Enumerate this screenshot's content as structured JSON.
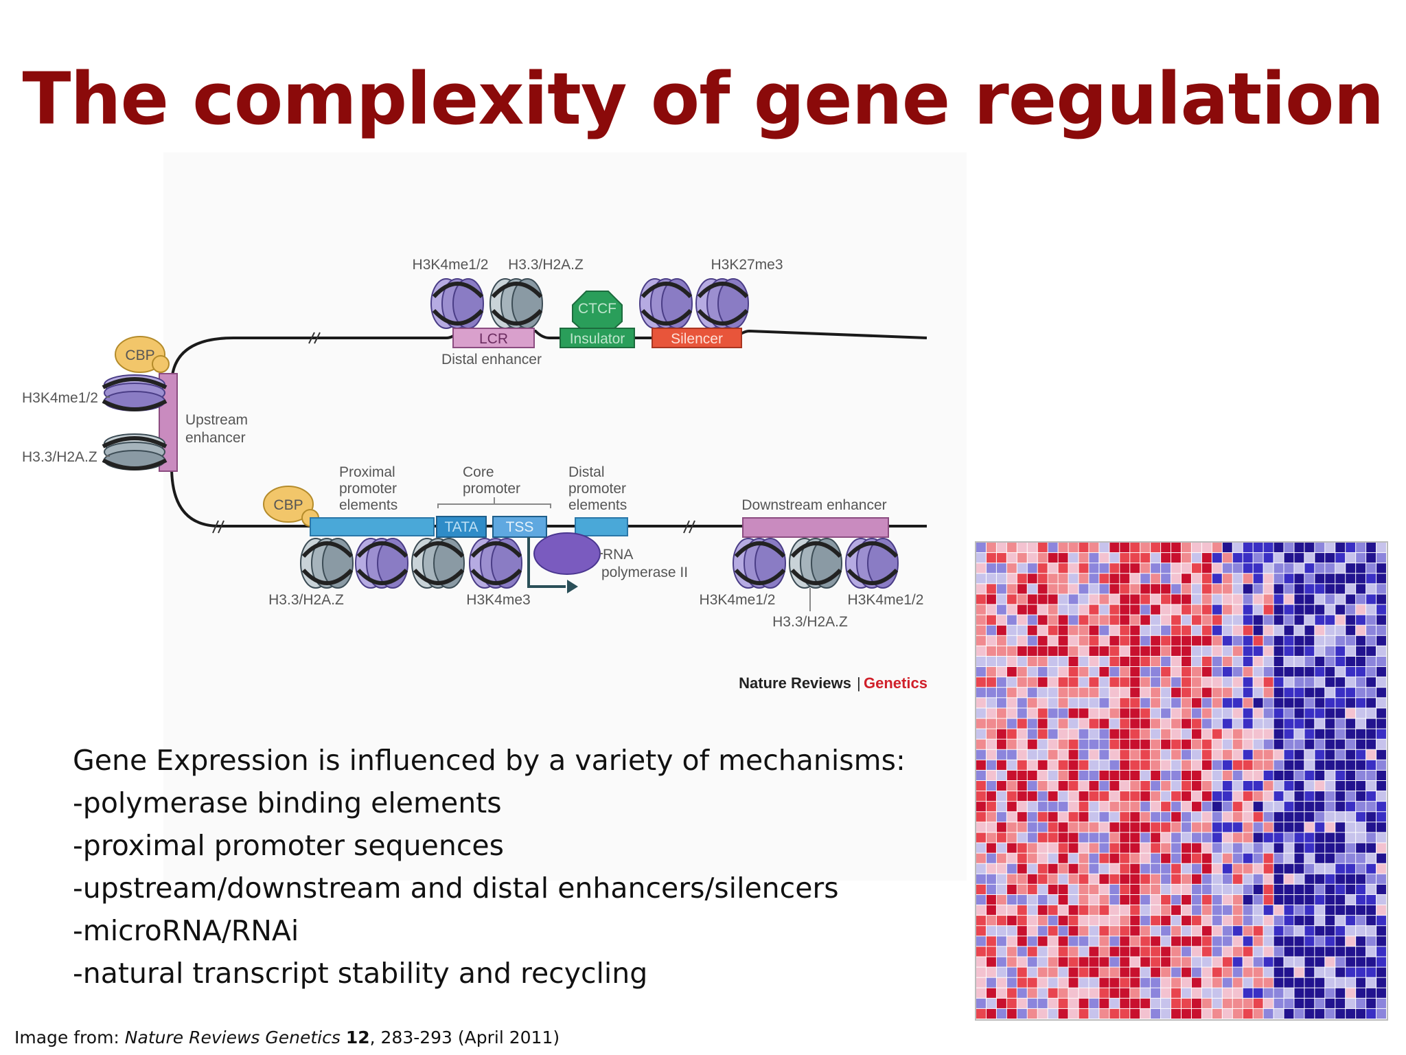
{
  "slide": {
    "title": "The complexity of gene regulation",
    "title_color": "#8b0a0a"
  },
  "diagram": {
    "labels": {
      "h3k4me1_2_top": "H3K4me1/2",
      "h33_top": "H3.3/H2A.Z",
      "h3k27me3": "H3K27me3",
      "cbp_top": "CBP",
      "cbp_bottom": "CBP",
      "lcr": "LCR",
      "ctcf": "CTCF",
      "insulator": "Insulator",
      "silencer": "Silencer",
      "distal_enhancer": "Distal enhancer",
      "h3k4me1_2_left": "H3K4me1/2",
      "h33_left": "H3.3/H2A.Z",
      "upstream_enhancer_1": "Upstream",
      "upstream_enhancer_2": "enhancer",
      "proximal_1": "Proximal",
      "proximal_2": "promoter",
      "proximal_3": "elements",
      "core_1": "Core",
      "core_2": "promoter",
      "distal_1": "Distal",
      "distal_2": "promoter",
      "distal_3": "elements",
      "downstream_enhancer": "Downstream enhancer",
      "tata": "TATA",
      "tss": "TSS",
      "rna_pol_1": "RNA",
      "rna_pol_2": "polymerase II",
      "h33_bottom": "H3.3/H2A.Z",
      "h3k4me3": "H3K4me3",
      "h3k4me1_2_bottom_left": "H3K4me1/2",
      "h3k4me1_2_bottom_right": "H3K4me1/2",
      "h33_bottom_right": "H3.3/H2A.Z"
    },
    "brand": {
      "journal": "Nature Reviews",
      "separator": "|",
      "section": "Genetics"
    },
    "colors": {
      "lcr": "#d9a0cc",
      "insulator": "#2a9e5a",
      "silencer": "#e8553a",
      "promoter": "#4aa8d8",
      "enhancer": "#c98bbf",
      "cbp": "#f2c66a",
      "pol2": "#7a5bbf",
      "nucleosome_purple": "#9c8fd0",
      "nucleosome_gray": "#8a9aa4"
    }
  },
  "body": {
    "bullets": [
      "Gene Expression is influenced by a variety of mechanisms:",
      "-polymerase binding elements",
      "-proximal promoter sequences",
      "-upstream/downstream and distal enhancers/silencers",
      "-microRNA/RNAi",
      "-natural transcript stability and recycling"
    ]
  },
  "heatmap": {
    "palette": [
      "#c8102e",
      "#e8454f",
      "#f08a8f",
      "#f3c2d0",
      "#c7c3ec",
      "#8c85dc",
      "#3a2fc4",
      "#22138f"
    ]
  },
  "credit": {
    "prefix": "Image from: ",
    "journal": "Nature Reviews Genetics",
    "volume": "12",
    "rest": ", 283-293 (April 2011)"
  }
}
